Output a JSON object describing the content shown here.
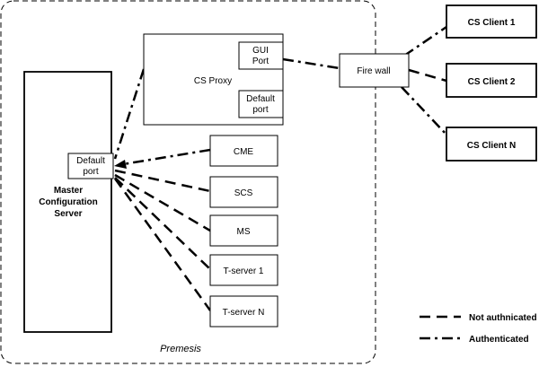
{
  "nodes": {
    "master": {
      "line1": "Master",
      "line2": "Configuration",
      "line3": "Server"
    },
    "master_port": {
      "line1": "Default",
      "line2": "port"
    },
    "cs_proxy": {
      "label": "CS Proxy"
    },
    "gui_port": {
      "line1": "GUI",
      "line2": "Port"
    },
    "proxy_default_port": {
      "line1": "Default",
      "line2": "port"
    },
    "firewall": {
      "label": "Fire wall"
    },
    "cme": {
      "label": "CME"
    },
    "scs": {
      "label": "SCS"
    },
    "ms": {
      "label": "MS"
    },
    "tserver1": {
      "label": "T-server 1"
    },
    "tservern": {
      "label": "T-server N"
    },
    "client1": {
      "label": "CS Client 1"
    },
    "client2": {
      "label": "CS Client 2"
    },
    "clientn": {
      "label": "CS Client N"
    }
  },
  "premises": {
    "label": "Premesis"
  },
  "legend": {
    "not_authenticated": "Not authnicated",
    "authenticated": "Authenticated"
  },
  "edges": [
    {
      "from": "cs_proxy",
      "to": "master_port",
      "style": "authenticated"
    },
    {
      "from": "gui_port",
      "to": "firewall",
      "style": "authenticated"
    },
    {
      "from": "firewall",
      "to": "client1",
      "style": "authenticated"
    },
    {
      "from": "firewall",
      "to": "client2",
      "style": "not_authenticated"
    },
    {
      "from": "firewall",
      "to": "clientn",
      "style": "authenticated"
    },
    {
      "from": "cme",
      "to": "master_port",
      "style": "authenticated"
    },
    {
      "from": "master_port",
      "to": "scs",
      "style": "not_authenticated"
    },
    {
      "from": "master_port",
      "to": "ms",
      "style": "not_authenticated"
    },
    {
      "from": "master_port",
      "to": "tserver1",
      "style": "not_authenticated"
    },
    {
      "from": "master_port",
      "to": "tservern",
      "style": "not_authenticated"
    }
  ]
}
